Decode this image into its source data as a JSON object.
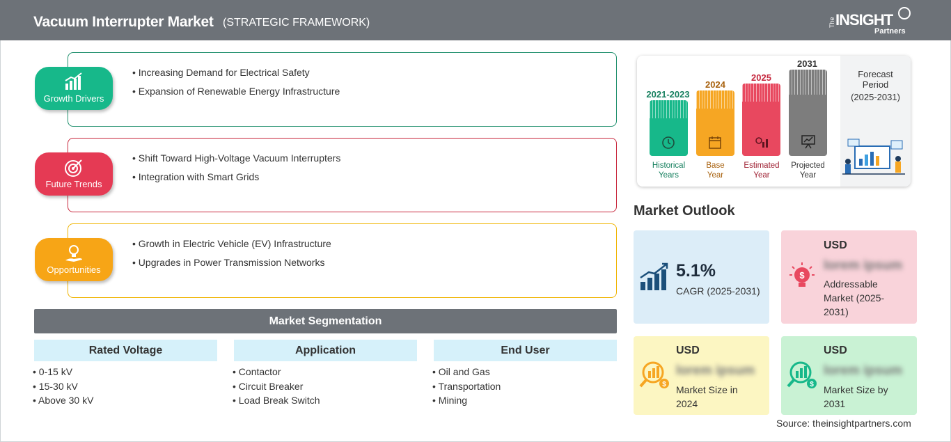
{
  "header": {
    "title": "Vacuum Interrupter Market",
    "subtitle": "(STRATEGIC FRAMEWORK)",
    "logo_the": "The",
    "logo_insight": "INSIGHT",
    "logo_partners": "Partners"
  },
  "framework": [
    {
      "label": "Growth Drivers",
      "icon": "bar-chart-growth-icon",
      "color": "#17b88a",
      "border": "#1e8f6c",
      "items": [
        "Increasing Demand for Electrical Safety",
        "Expansion of Renewable Energy Infrastructure"
      ]
    },
    {
      "label": "Future Trends",
      "icon": "target-icon",
      "color": "#e53a54",
      "border": "#c8283d",
      "items": [
        "Shift Toward High-Voltage Vacuum Interrupters",
        "Integration with Smart Grids"
      ]
    },
    {
      "label": "Opportunities",
      "icon": "lightbulb-hand-icon",
      "color": "#f7a516",
      "border": "#f0b400",
      "items": [
        "Growth in Electric Vehicle (EV) Infrastructure",
        "Upgrades in Power Transmission Networks"
      ]
    }
  ],
  "segmentation": {
    "title": "Market Segmentation",
    "columns": [
      {
        "header": "Rated Voltage",
        "items": [
          "0-15 kV",
          "15-30 kV",
          "Above 30 kV"
        ]
      },
      {
        "header": "Application",
        "items": [
          "Contactor",
          "Circuit Breaker",
          "Load Break Switch"
        ]
      },
      {
        "header": "End User",
        "items": [
          "Oil and Gas",
          "Transportation",
          "Mining"
        ]
      }
    ]
  },
  "timeline": [
    {
      "year": "2021-2023",
      "label_1": "Historical",
      "label_2": "Years",
      "color": "#17b88a",
      "year_color": "#17805f",
      "label_color": "#17805f",
      "icon": "history-icon"
    },
    {
      "year": "2024",
      "label_1": "Base",
      "label_2": "Year",
      "color": "#f6a623",
      "year_color": "#a8620f",
      "label_color": "#a8620f",
      "icon": "calendar-icon"
    },
    {
      "year": "2025",
      "label_1": "Estimated",
      "label_2": "Year",
      "color": "#e8485f",
      "year_color": "#c5283e",
      "label_color": "#9e1f31",
      "icon": "gear-chart-icon"
    },
    {
      "year": "2031",
      "label_1": "Projected",
      "label_2": "Year",
      "color": "#7d7d7d",
      "year_color": "#333333",
      "label_color": "#333333",
      "icon": "presentation-icon"
    }
  ],
  "forecast": {
    "line_1": "Forecast",
    "line_2": "Period",
    "line_3": "(2025-2031)"
  },
  "outlook": {
    "title": "Market Outlook",
    "cagr_value": "5.1%",
    "cagr_label": "CAGR (2025-2031)",
    "addressable": {
      "usd": "USD",
      "value": "lorem ipsum",
      "desc_1": "Addressable",
      "desc_2": "Market (2025-",
      "desc_3": "2031)"
    },
    "size_2024": {
      "usd": "USD",
      "value": "lorem ipsum",
      "desc_1": "Market Size in",
      "desc_2": "2024"
    },
    "size_2031": {
      "usd": "USD",
      "value": "lorem ipsum",
      "desc_1": "Market Size by",
      "desc_2": "2031"
    },
    "colors": {
      "cagr": "#dcedf8",
      "addressable": "#f9d3da",
      "size_2024": "#fcf6c2",
      "size_2031": "#c9f2d4"
    }
  },
  "source": "Source: theinsightpartners.com"
}
